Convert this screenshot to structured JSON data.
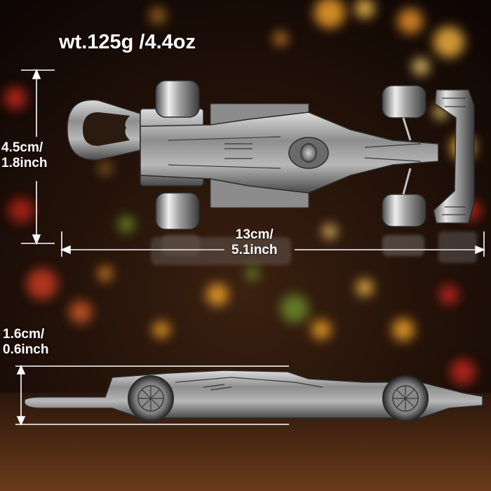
{
  "image": {
    "width": 700,
    "height": 700,
    "description_colors": {
      "background_dark": "#1a0d08",
      "bokeh_warm": "#f0a02a",
      "bokeh_red": "#c0281e",
      "bokeh_green": "#6a8a2a",
      "metal_light": "#e8e8e8",
      "metal_mid": "#9a9a9a",
      "metal_dark": "#3a3a3a",
      "text": "#ffffff",
      "dimension_line": "#ffffff"
    }
  },
  "labels": {
    "weight": "wt.125g  /4.4oz",
    "height_line1": "4.5cm/",
    "height_line2": "1.8inch",
    "length_line1": "13cm/",
    "length_line2": "5.1inch",
    "thickness_line1": "1.6cm/",
    "thickness_line2": "0.6inch"
  }
}
